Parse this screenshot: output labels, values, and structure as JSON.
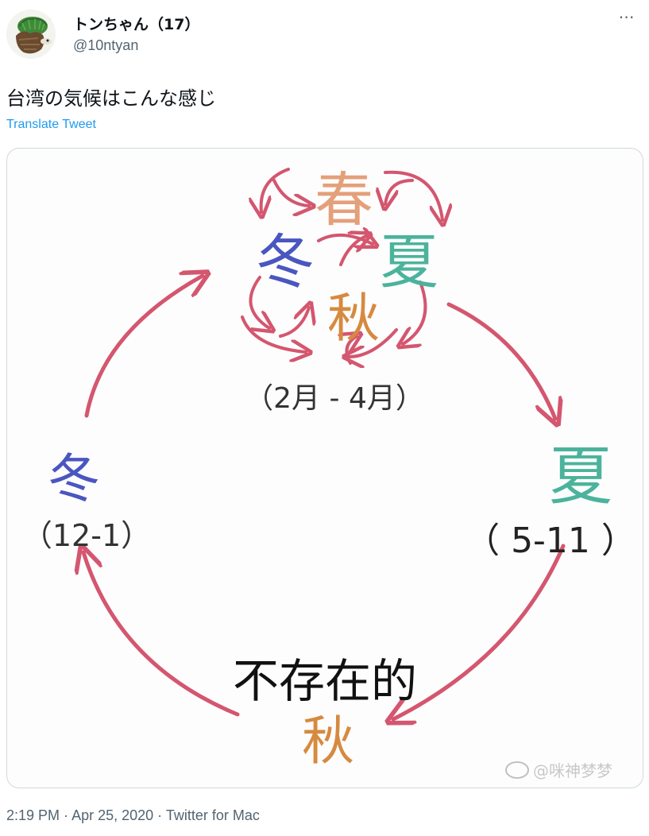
{
  "author": {
    "display_name": "トンちゃん（17）",
    "handle": "@10ntyan"
  },
  "tweet": {
    "text": "台湾の気候はこんな感じ",
    "translate_label": "Translate Tweet"
  },
  "image": {
    "top_cluster": {
      "spring": "春",
      "winter": "冬",
      "summer": "夏",
      "autumn": "秋",
      "range": "（2月 - 4月）"
    },
    "summer": {
      "label": "夏",
      "range": "（ 5-11 ）"
    },
    "winter": {
      "label": "冬",
      "range": "（12-1）"
    },
    "autumn": {
      "prefix": "不存在的",
      "label": "秋"
    },
    "watermark": "@咪神梦梦"
  },
  "meta": {
    "time": "2:19 PM",
    "sep1": " · ",
    "date": "Apr 25, 2020",
    "sep2": " · ",
    "app": "Twitter for Mac"
  },
  "colors": {
    "arrow": "#d4566f",
    "spring": "#e4a07a",
    "winter": "#4a56c0",
    "summer": "#4bb39c",
    "autumn": "#d68a3f",
    "link": "#1d9bf0",
    "muted": "#536471"
  }
}
